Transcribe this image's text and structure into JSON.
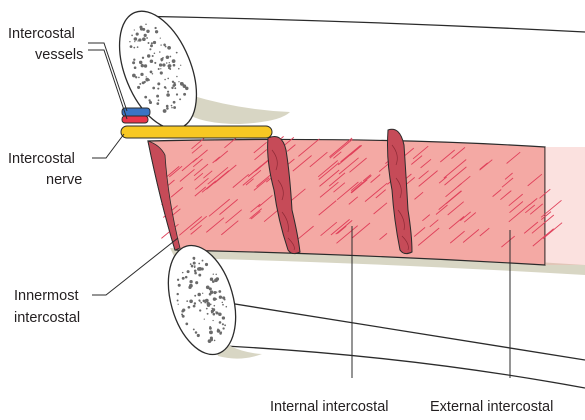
{
  "labels": {
    "vessels_1": "Intercostal",
    "vessels_2": "vessels",
    "nerve_1": "Intercostal",
    "nerve_2": "nerve",
    "innermost_1": "Innermost",
    "innermost_2": "intercostal",
    "internal": "Internal intercostal",
    "external": "External intercostal"
  },
  "colors": {
    "muscle": "#f4a9a4",
    "muscle_fibre": "#e0405a",
    "muscle_dark": "#c64b58",
    "bone_fill": "#ffffff",
    "bone_dot": "#6a6a6a",
    "shadow": "#d8d6c4",
    "nerve": "#f7c823",
    "artery": "#e8364b",
    "vein": "#3a74c4",
    "outline": "#2b2b2b"
  }
}
